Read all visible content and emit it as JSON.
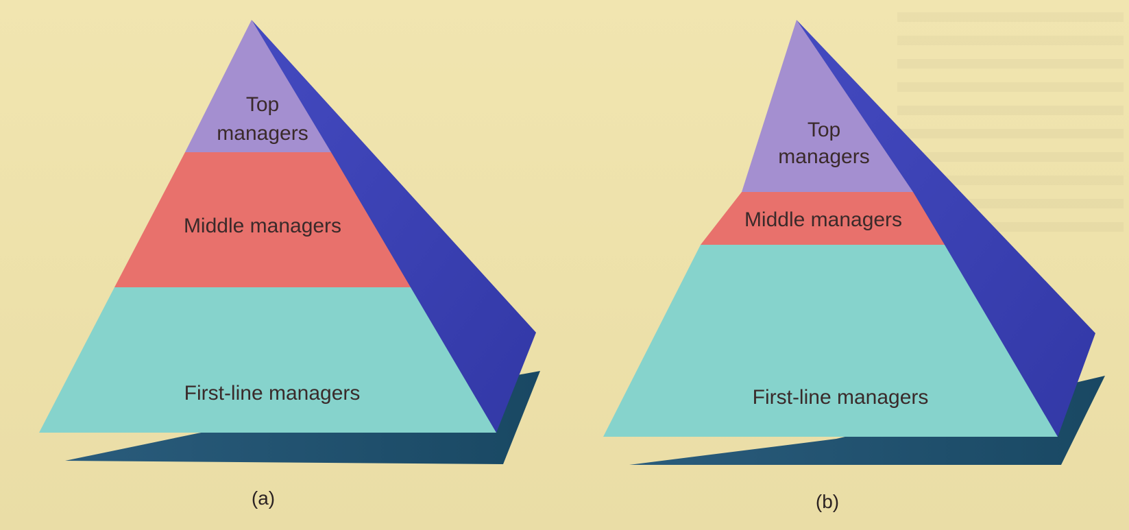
{
  "colors": {
    "background": "#efe3ad",
    "top": "#a48fd0",
    "middle": "#e8716c",
    "first_line": "#86d3cc",
    "side_face": "#3d44b8",
    "shadow": "#1d4e6c",
    "label_text": "#3a2a2a"
  },
  "pyramid_a": {
    "top_label_line1": "Top",
    "top_label_line2": "managers",
    "middle_label": "Middle managers",
    "first_line_label": "First-line managers",
    "caption": "(a)"
  },
  "pyramid_b": {
    "top_label_line1": "Top",
    "top_label_line2": "managers",
    "middle_label": "Middle managers",
    "first_line_label": "First-line managers",
    "caption": "(b)"
  }
}
